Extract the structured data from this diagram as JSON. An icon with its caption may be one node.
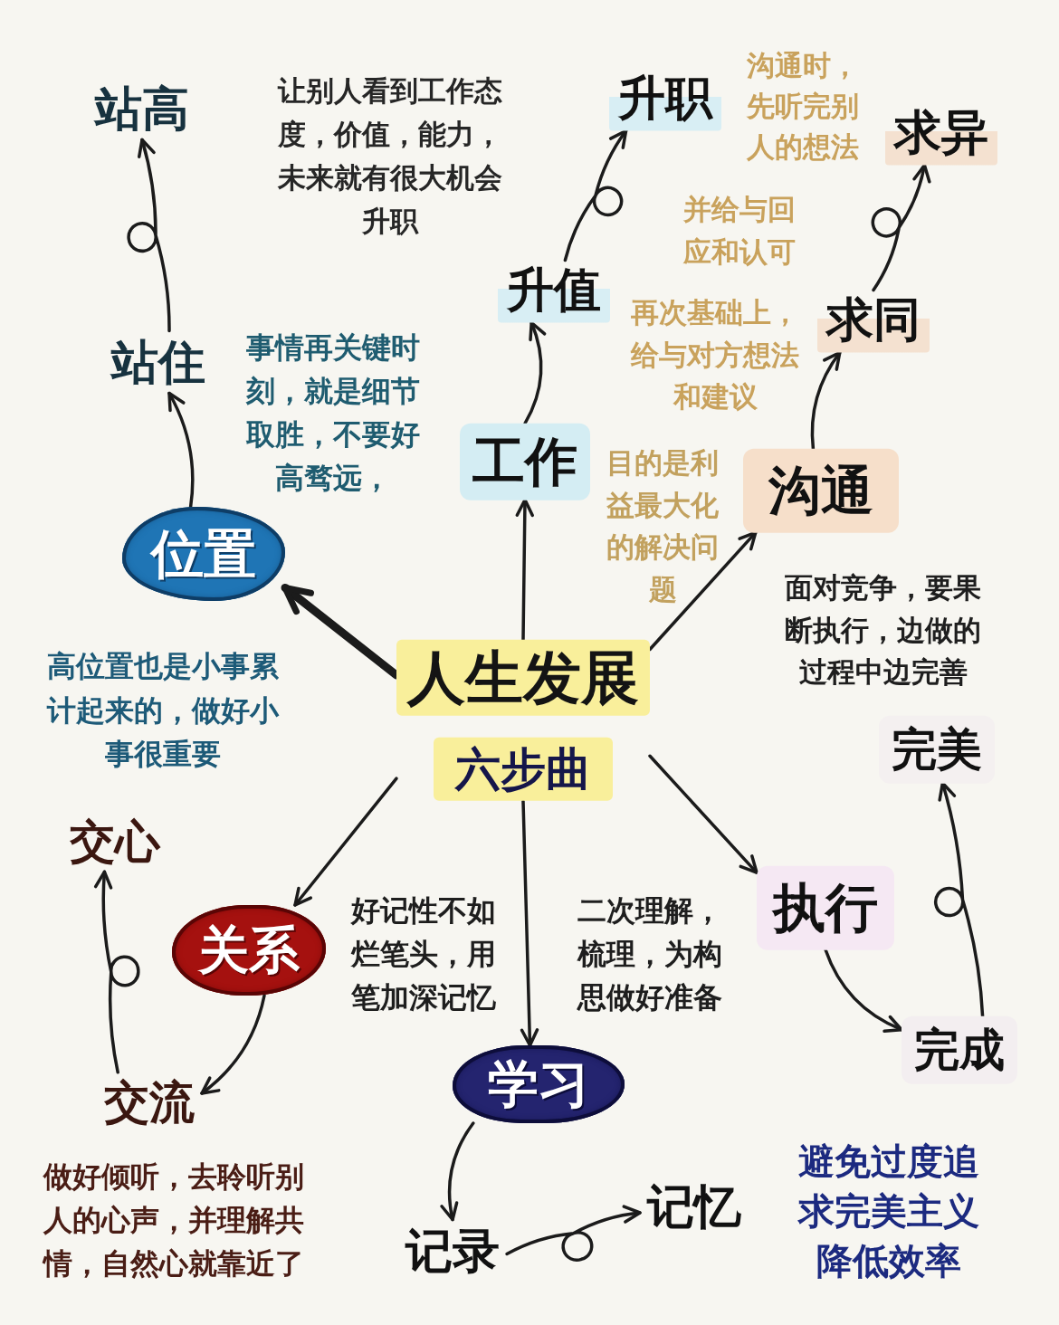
{
  "diagram": {
    "nodes": [
      {
        "text": [
          "人生发展",
          "六步曲"
        ]
      },
      {
        "text": [
          "位置"
        ]
      },
      {
        "text": [
          "站住"
        ]
      },
      {
        "text": [
          "站高"
        ]
      },
      {
        "text": [
          "工作"
        ]
      },
      {
        "text": [
          "升值"
        ]
      },
      {
        "text": [
          "升职"
        ]
      },
      {
        "text": [
          "沟通"
        ]
      },
      {
        "text": [
          "求同"
        ]
      },
      {
        "text": [
          "求异"
        ]
      },
      {
        "text": [
          "执行"
        ]
      },
      {
        "text": [
          "完成"
        ]
      },
      {
        "text": [
          "完美"
        ]
      },
      {
        "text": [
          "学习"
        ]
      },
      {
        "text": [
          "记录"
        ]
      },
      {
        "text": [
          "记忆"
        ]
      },
      {
        "text": [
          "关系"
        ]
      },
      {
        "text": [
          "交流"
        ]
      },
      {
        "text": [
          "交心"
        ]
      }
    ],
    "edges": [
      {
        "from": 0,
        "to": 1,
        "arrow": "to",
        "style": "thick"
      },
      {
        "from": 0,
        "to": 4,
        "arrow": "to"
      },
      {
        "from": 0,
        "to": 7,
        "arrow": "to"
      },
      {
        "from": 0,
        "to": 10,
        "arrow": "to"
      },
      {
        "from": 0,
        "to": 13,
        "arrow": "to"
      },
      {
        "from": 0,
        "to": 16,
        "arrow": "to"
      },
      {
        "from": 1,
        "to": 2,
        "arrow": "to"
      },
      {
        "from": 2,
        "to": 3,
        "arrow": "to"
      },
      {
        "from": 4,
        "to": 5,
        "arrow": "to"
      },
      {
        "from": 5,
        "to": 6,
        "arrow": "to"
      },
      {
        "from": 7,
        "to": 8,
        "arrow": "to"
      },
      {
        "from": 8,
        "to": 9,
        "arrow": "to"
      },
      {
        "from": 10,
        "to": 11,
        "arrow": "to"
      },
      {
        "from": 11,
        "to": 12,
        "arrow": "to"
      },
      {
        "from": 13,
        "to": 14,
        "arrow": "to"
      },
      {
        "from": 14,
        "to": 15,
        "arrow": "to"
      },
      {
        "from": 16,
        "to": 17,
        "arrow": "to"
      },
      {
        "from": 17,
        "to": 18,
        "arrow": "to"
      }
    ],
    "labels": [
      "让别人看到工作态度，价值，能力，未来就有很大机会升职",
      "沟通时，先听完别人的想法",
      "并给与回应和认可",
      "再次基础上，给与对方想法和建议",
      "事情再关键时刻，就是细节取胜，不要好高骛远，",
      "目的是利益最大化的解决问题",
      "面对竞争，要果断执行，边做的过程中边完善",
      "高位置也是小事累计起来的，做好小事很重要",
      "好记性不如烂笔头，用笔加深记忆",
      "二次理解，梳理，为构思做好准备",
      "做好倾听，去聆听别人的心声，并理解共情，自然心就靠近了",
      "避免过度追求完美主义降低效率"
    ]
  }
}
